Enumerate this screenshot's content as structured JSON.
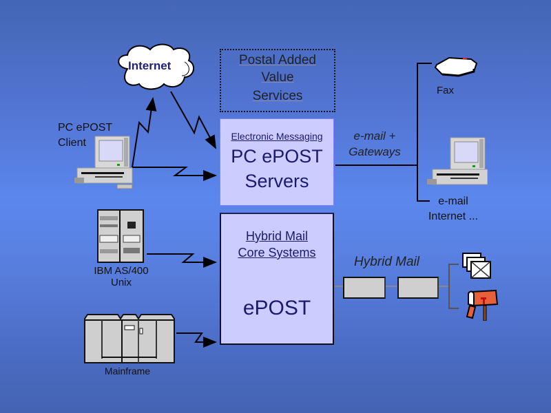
{
  "diagram": {
    "internet": {
      "label": "Internet"
    },
    "postal_added_value": {
      "label_line1": "Postal Added Value",
      "label_line2": "Services"
    },
    "electronic_messaging": {
      "subtitle": "Electronic Messaging",
      "title_line1": "PC ePOST",
      "title_line2": "Servers"
    },
    "hybrid_mail_core": {
      "subtitle_line1": "Hybrid Mail",
      "subtitle_line2": "Core Systems",
      "title": "ePOST"
    },
    "pc_client": {
      "label_line1": "PC ePOST",
      "label_line2": "Client"
    },
    "as400": {
      "label_line1": "IBM AS/400",
      "label_line2": "Unix"
    },
    "mainframe": {
      "label": "Mainframe"
    },
    "email_gateways": {
      "label_line1": "e-mail +",
      "label_line2": "Gateways"
    },
    "fax": {
      "label": "Fax"
    },
    "email_internet": {
      "label_line1": "e-mail",
      "label_line2": "Internet ..."
    },
    "hybrid_mail_flow": {
      "label": "Hybrid Mail"
    }
  },
  "colors": {
    "background": "#4466b4",
    "box_fill": "#ccccff",
    "box_text": "#1a1a6e",
    "mailbox": "#e8603a"
  }
}
